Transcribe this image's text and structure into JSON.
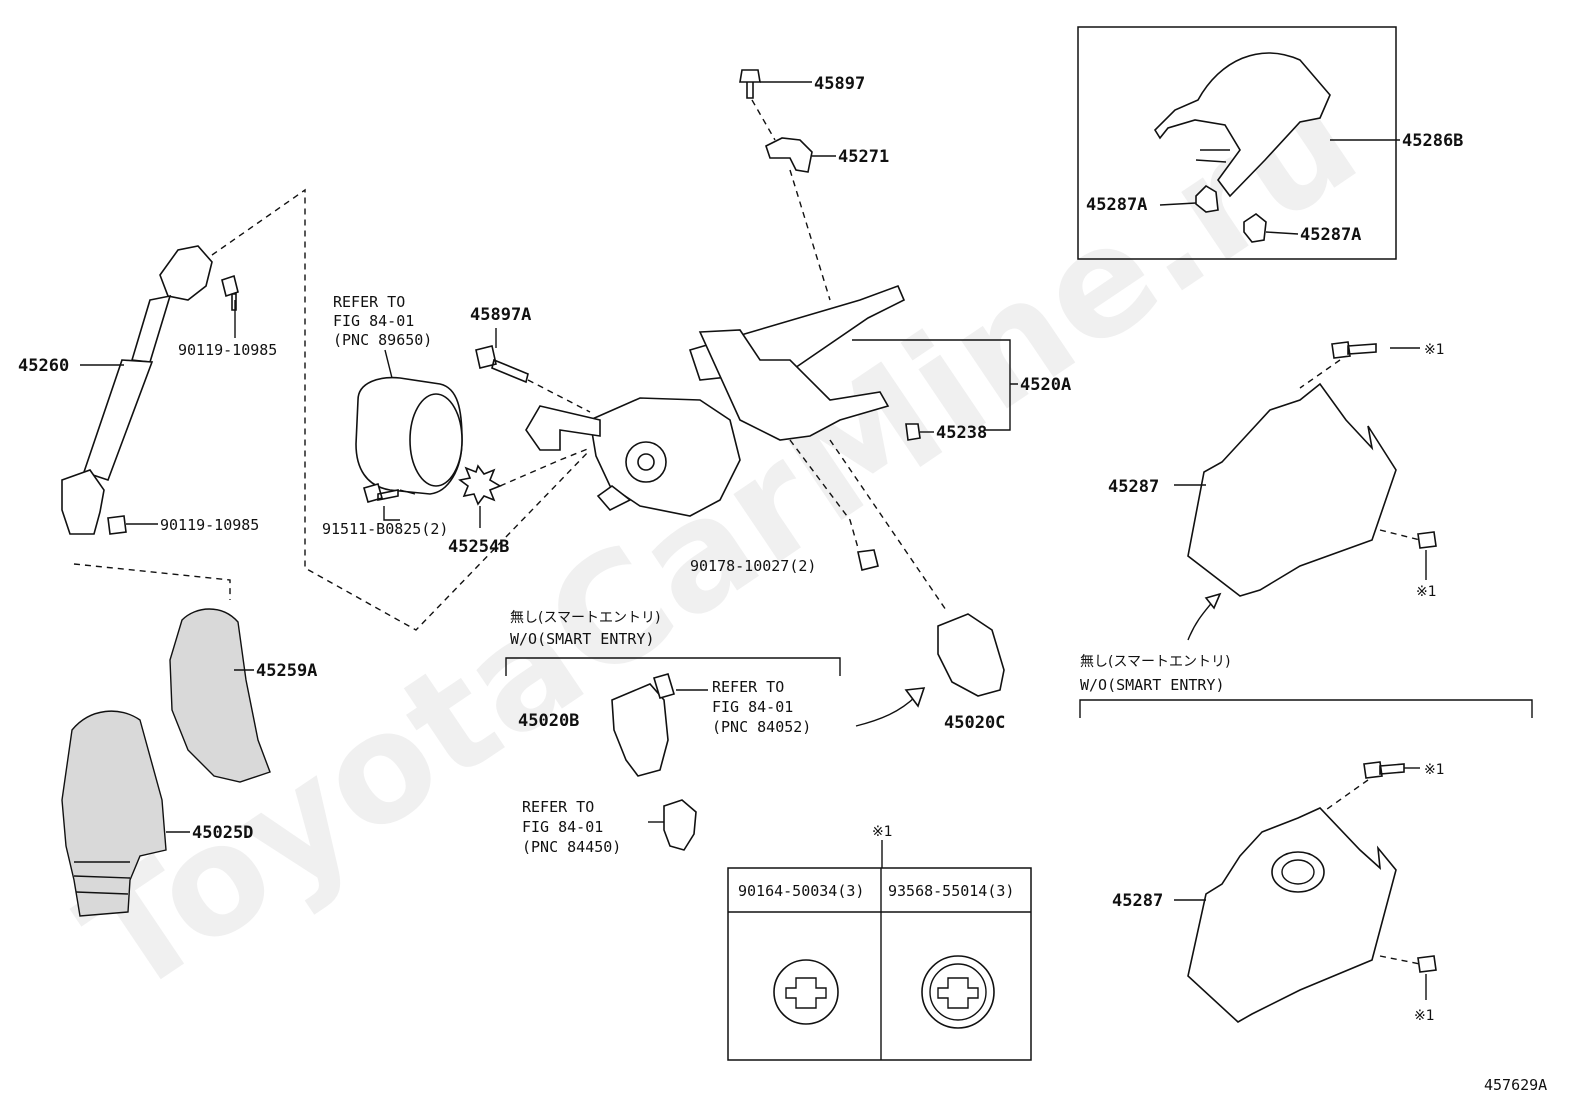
{
  "watermark": "ToyotaCarMine.ru",
  "figure_code": "457629A",
  "labels": {
    "p45897": "45897",
    "p45271": "45271",
    "p45286B": "45286B",
    "p45287A_1": "45287A",
    "p45287A_2": "45287A",
    "p45260": "45260",
    "p90119_top": "90119-10985",
    "p90119_bot": "90119-10985",
    "p45897A": "45897A",
    "p4520A": "4520A",
    "p45238": "45238",
    "p91511": "91511-B0825(2)",
    "p45254B": "45254B",
    "p90178": "90178-10027(2)",
    "p45287_upper": "45287",
    "p45287_lower": "45287",
    "p45259A": "45259A",
    "p45020B": "45020B",
    "p45020C": "45020C",
    "p45025D": "45025D",
    "note_x1_a": "※1",
    "note_x1_b": "※1",
    "note_x1_c": "※1",
    "note_x1_d": "※1",
    "note_x1_table": "※1"
  },
  "refer_89650": [
    "REFER TO",
    "FIG 84-01",
    "(PNC 89650)"
  ],
  "refer_84052": [
    "REFER TO",
    "FIG 84-01",
    "(PNC 84052)"
  ],
  "refer_84450": [
    "REFER TO",
    "FIG 84-01",
    "(PNC 84450)"
  ],
  "wo_smart_entry_center": [
    "無し(スマートエントリ)",
    "W/O(SMART ENTRY)"
  ],
  "wo_smart_entry_right": [
    "無し(スマートエントリ)",
    "W/O(SMART ENTRY)"
  ],
  "fastener_table": {
    "col1": "90164-50034(3)",
    "col2": "93568-55014(3)"
  }
}
